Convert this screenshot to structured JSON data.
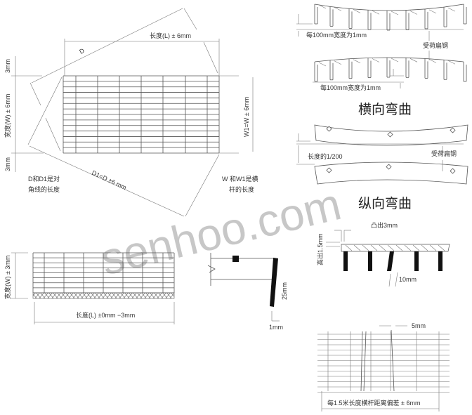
{
  "overall_dims": {
    "length_label": "长度(L) ± 6mm",
    "diag_d": "D",
    "diag_d1": "D1=D ±6 mm",
    "top_tol": "3mm",
    "width_label": "宽度(W) ± 6mm",
    "bottom_tol": "3mm",
    "w1_label": "W1=W ± 6mm",
    "note_diag": [
      "D和D1是对",
      "角线的长度"
    ],
    "note_w": [
      "W 和W1是横",
      "杆的长度"
    ]
  },
  "cut_dims": {
    "width_label": "宽度(W) ± 3mm",
    "length_label": "长度(L) ±0mm −3mm"
  },
  "edge_detail": {
    "height": "25mm",
    "offset": "1mm"
  },
  "lateral_bending": {
    "top_note": "每100mm宽度为1mm",
    "load_bar": "受荷扁钢",
    "bottom_note": "每100mm宽度为1mm",
    "title": "横向弯曲"
  },
  "longitudinal_bending": {
    "note": "长度的1/200",
    "load_bar": "受荷扁钢",
    "title": "纵向弯曲"
  },
  "protrusion": {
    "protrude": "凸出3mm",
    "height": "高出1.5mm",
    "tilt": "10mm"
  },
  "crossbar_spacing": {
    "gap": "5mm",
    "note": "每1.5米长度横杆距离偏差   ± 6mm"
  },
  "watermark": "senhoo.com"
}
